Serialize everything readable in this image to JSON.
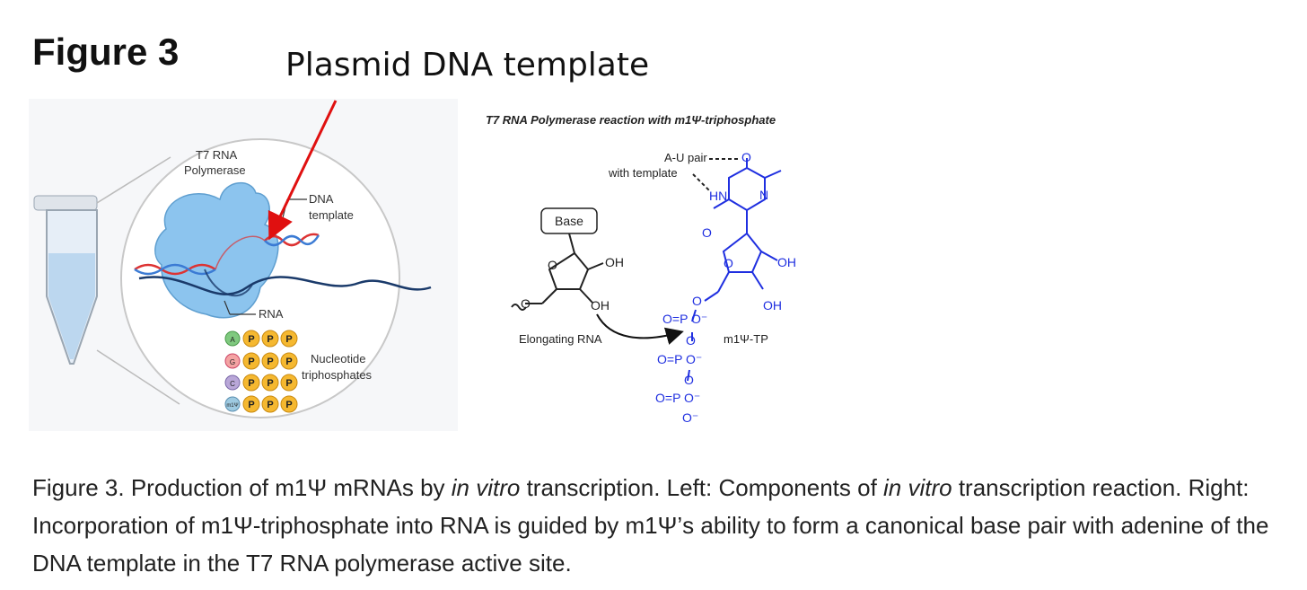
{
  "figure_label": "Figure 3",
  "callout": "Plasmid DNA template",
  "left_panel": {
    "t7_label_line1": "T7 RNA",
    "t7_label_line2": "Polymerase",
    "dna_label_line1": "DNA",
    "dna_label_line2": "template",
    "rna_label": "RNA",
    "ntp_label_line1": "Nucleotide",
    "ntp_label_line2": "triphosphates",
    "ntps": [
      {
        "base": "A",
        "color": "#7fc97f"
      },
      {
        "base": "G",
        "color": "#f4a3a3"
      },
      {
        "base": "C",
        "color": "#b9a7d8"
      },
      {
        "base": "m1Ψ",
        "color": "#9ecae1"
      }
    ],
    "phosphate": "P"
  },
  "right_panel": {
    "title": "T7 RNA Polymerase reaction with m1Ψ-triphosphate",
    "au_pair_line1": "A-U pair",
    "au_pair_line2": "with template",
    "base_box": "Base",
    "elongating_label": "Elongating RNA",
    "mtp_label": "m1Ψ-TP",
    "oh": "OH",
    "o": "O",
    "hn": "HN",
    "n": "N",
    "po_group": "O=P",
    "o_minus": "O⁻"
  },
  "colors": {
    "blue_chem": "#1f2fe0",
    "arrow": "#e01010",
    "polymerase": "#8cc4ee",
    "rna_strand": "#1a3a6a"
  },
  "caption": {
    "p1": "Figure 3. Production of m1Ψ mRNAs by ",
    "i1": "in vitro",
    "p2": " transcription. Left: Components of ",
    "i2": "in vitro",
    "p3": " transcription reaction. Right: Incorporation of m1Ψ-triphosphate into RNA is guided by m1Ψ’s ability to form a canonical base pair with adenine of the DNA template in the T7 RNA polymerase active site."
  }
}
